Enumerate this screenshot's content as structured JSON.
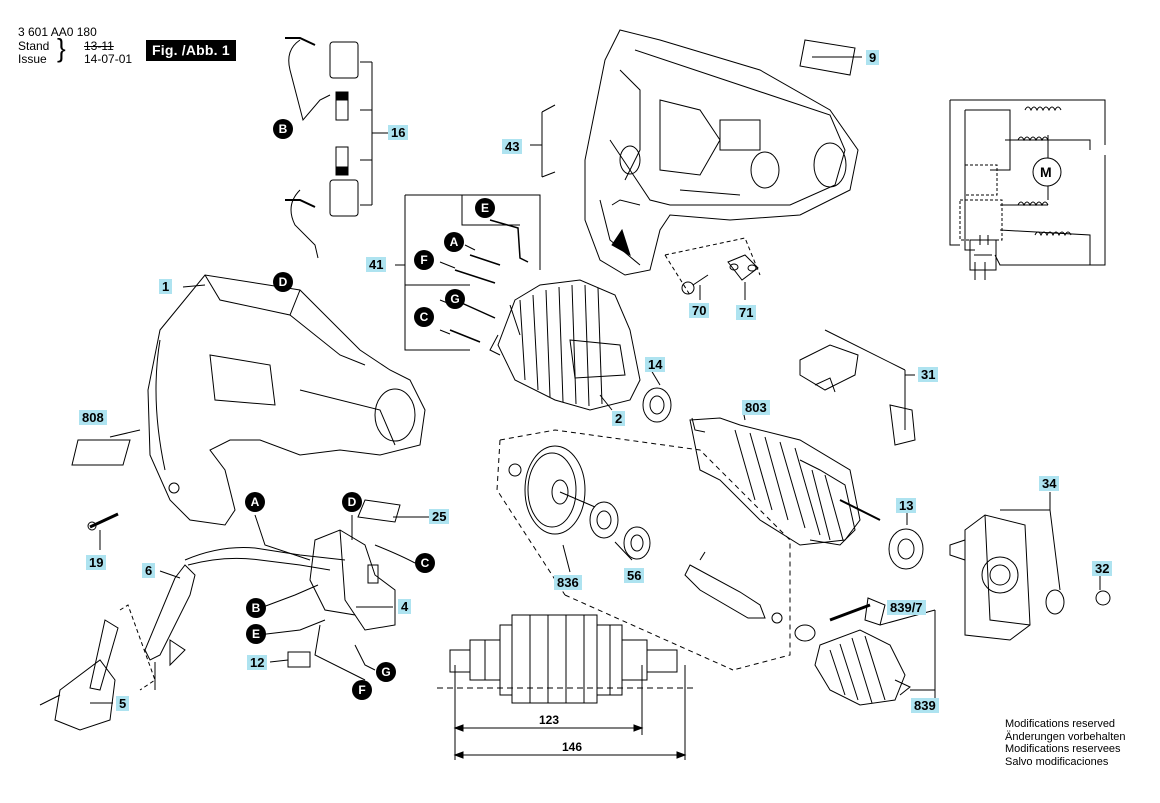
{
  "header": {
    "doc_number": "3 601 AA0 180",
    "stand_label": "Stand",
    "stand_value": "13-11",
    "issue_label": "Issue",
    "issue_value": "14-07-01",
    "figure_label": "Fig. /Abb. 1"
  },
  "part_numbers": {
    "p1": "1",
    "p2": "2",
    "p4": "4",
    "p5": "5",
    "p6": "6",
    "p9": "9",
    "p12": "12",
    "p13": "13",
    "p14": "14",
    "p16": "16",
    "p19": "19",
    "p25": "25",
    "p31": "31",
    "p32": "32",
    "p34": "34",
    "p41": "41",
    "p43": "43",
    "p56": "56",
    "p70": "70",
    "p71": "71",
    "p803": "803",
    "p808": "808",
    "p836": "836",
    "p839": "839",
    "p839_7": "839/7"
  },
  "letters": {
    "A": "A",
    "B": "B",
    "C": "C",
    "D": "D",
    "E": "E",
    "F": "F",
    "G": "G",
    "M": "M"
  },
  "dimensions": {
    "d123": "123",
    "d146": "146"
  },
  "modifications": {
    "en": "Modifications reserved",
    "de": "Änderungen vorbehalten",
    "fr": "Modifications reservees",
    "es": "Salvo modificaciones"
  },
  "colors": {
    "label_bg": "#aee3f0",
    "ink": "#000000"
  }
}
